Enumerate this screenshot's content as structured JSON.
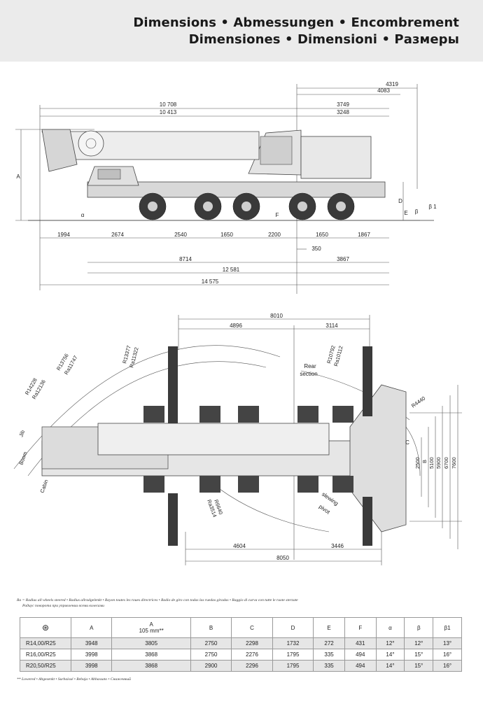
{
  "header": {
    "title_line1": "Dimensions • Abmessungen • Encombrement",
    "title_line2": "Dimensiones • Dimensioni • Размеры"
  },
  "side_view": {
    "top_dims": [
      "4319",
      "4083",
      "10 708",
      "3749",
      "10 413",
      "3248"
    ],
    "bottom_dims": [
      "1994",
      "2674",
      "2540",
      "1650",
      "2200",
      "1650",
      "1867",
      "350",
      "8714",
      "3867",
      "12 581",
      "14 575"
    ],
    "letters": {
      "A": "A",
      "D": "D",
      "E": "E",
      "F": "F",
      "alpha": "α",
      "beta": "β",
      "beta1": "β 1"
    }
  },
  "top_view": {
    "top_dims": [
      "8010",
      "4896",
      "3114"
    ],
    "bottom_dims": [
      "4604",
      "3446",
      "8050"
    ],
    "right_dims": [
      "2500",
      "B",
      "5100",
      "5900",
      "6700",
      "7600"
    ],
    "C": "C",
    "radii": [
      "R13756",
      "Ra11747",
      "R13377",
      "Ra11322",
      "R14228",
      "Ra12136",
      "R10792",
      "Ra10112",
      "R4440",
      "R6640",
      "Ra3514"
    ],
    "labels": [
      "Rear",
      "section",
      "Jib",
      "Boom",
      "Cabin",
      "slewing",
      "pivot"
    ]
  },
  "legend_line1": "Ra = Radius all wheels steered • Radius allradgelenkt • Rayon toutes les roues directrices • Radio de giro con todas las ruedas giradas • Raggio di curva con tutte le ruote sterzate",
  "legend_line2": "Радиус поворота при управлении всеми колесами",
  "table": {
    "headers": [
      "A",
      "B",
      "C",
      "D",
      "E",
      "F",
      "α",
      "β",
      "β1"
    ],
    "header_A105": "A",
    "header_A105_sub": "105 mm**",
    "rows": [
      {
        "label": "R14,00/R25",
        "values": [
          "3948",
          "3805",
          "2750",
          "2298",
          "1732",
          "272",
          "431",
          "12°",
          "12°",
          "13°"
        ]
      },
      {
        "label": "R16,00/R25",
        "values": [
          "3998",
          "3868",
          "2750",
          "2276",
          "1795",
          "335",
          "494",
          "14°",
          "15°",
          "16°"
        ]
      },
      {
        "label": "R20,50/R25",
        "values": [
          "3998",
          "3868",
          "2900",
          "2296",
          "1795",
          "335",
          "494",
          "14°",
          "15°",
          "16°"
        ]
      }
    ]
  },
  "footnote": "** Lowered • Abgesenkt • Surbaissé • Rebaja • Abbassato • Снижeнный"
}
